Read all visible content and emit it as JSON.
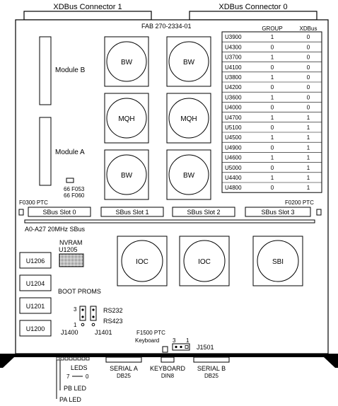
{
  "connectors": {
    "xdbus1": "XDBus Connector 1",
    "xdbus0": "XDBus Connector 0"
  },
  "fab": "FAB 270-2334-01",
  "modules": {
    "b": "Module B",
    "a": "Module A"
  },
  "chips": {
    "bw": "BW",
    "mqh": "MQH",
    "ioc": "IOC",
    "sbi": "SBI"
  },
  "fuse_labels": {
    "f053": "66 F053",
    "f060": "66 F060"
  },
  "ptc": {
    "f0300": "F0300  PTC",
    "f0200": "F0200  PTC",
    "f1500": "F1500  PTC"
  },
  "sbus_slots": [
    "SBus Slot 0",
    "SBus Slot 1",
    "SBus Slot 2",
    "SBus Slot 3"
  ],
  "sbus_bus_label": "A0-A27 20MHz SBus",
  "nvram": {
    "line1": "NVRAM",
    "line2": "U1205"
  },
  "left_chips": [
    "U1206",
    "U1204",
    "U1201",
    "U1200"
  ],
  "boot_proms": "BOOT PROMS",
  "jumpers": {
    "num3": "3",
    "num1": "1",
    "rs232": "RS232",
    "rs423": "RS423",
    "j1400": "J1400",
    "j1401": "J1401",
    "kbd_label": "Keyboard",
    "kbd_num3": "3",
    "kbd_num1": "1",
    "j1501": "J1501"
  },
  "leds": {
    "label": "LEDS",
    "num7": "7",
    "num0": "0",
    "pb": "PB LED",
    "pa": "PA LED"
  },
  "ports": {
    "serial_a": "SERIAL A",
    "serial_a_sub": "DB25",
    "keyboard": "KEYBOARD",
    "keyboard_sub": "DIN8",
    "serial_b": "SERIAL B",
    "serial_b_sub": "DB25"
  },
  "table": {
    "headers": [
      "",
      "GROUP",
      "XDBus"
    ],
    "rows": [
      [
        "U3900",
        "1",
        "0"
      ],
      [
        "U4300",
        "0",
        "0"
      ],
      [
        "U3700",
        "1",
        "0"
      ],
      [
        "U4100",
        "0",
        "0"
      ],
      [
        "U3800",
        "1",
        "0"
      ],
      [
        "U4200",
        "0",
        "0"
      ],
      [
        "U3600",
        "1",
        "0"
      ],
      [
        "U4000",
        "0",
        "0"
      ],
      [
        "U4700",
        "1",
        "1"
      ],
      [
        "U5100",
        "0",
        "1"
      ],
      [
        "U4500",
        "1",
        "1"
      ],
      [
        "U4900",
        "0",
        "1"
      ],
      [
        "U4600",
        "1",
        "1"
      ],
      [
        "U5000",
        "0",
        "1"
      ],
      [
        "U4400",
        "1",
        "1"
      ],
      [
        "U4800",
        "0",
        "1"
      ]
    ]
  }
}
